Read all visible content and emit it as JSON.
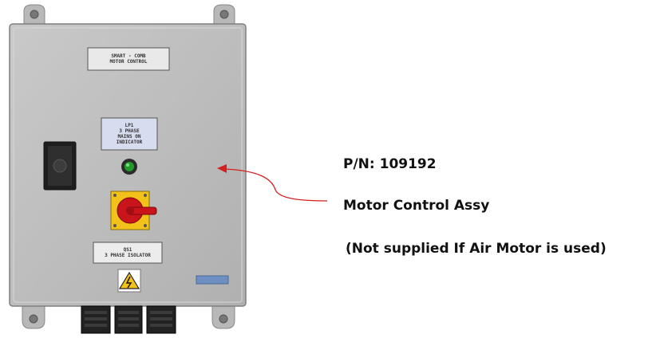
{
  "enclosure": {
    "top_plate_line1": "SMART - COMB",
    "top_plate_line2": "MOTOR CONTROL",
    "indicator_plate_line1": "LP1",
    "indicator_plate_line2": "3 PHASE",
    "indicator_plate_line3": "MAINS ON",
    "indicator_plate_line4": "INDICATOR",
    "isolator_plate_line1": "QS1",
    "isolator_plate_line2": "3 PHASE ISOLATOR",
    "colors": {
      "panel": "#bcbcbc",
      "indicator_lamp": "#1f9a2b",
      "isolator_base": "#f2c21a",
      "isolator_handle": "#c8141a",
      "callout_arrow": "#d42020"
    }
  },
  "callout": {
    "part_number": "P/N: 109192",
    "description": "Motor Control Assy",
    "note": "(Not supplied If Air Motor is used)"
  }
}
